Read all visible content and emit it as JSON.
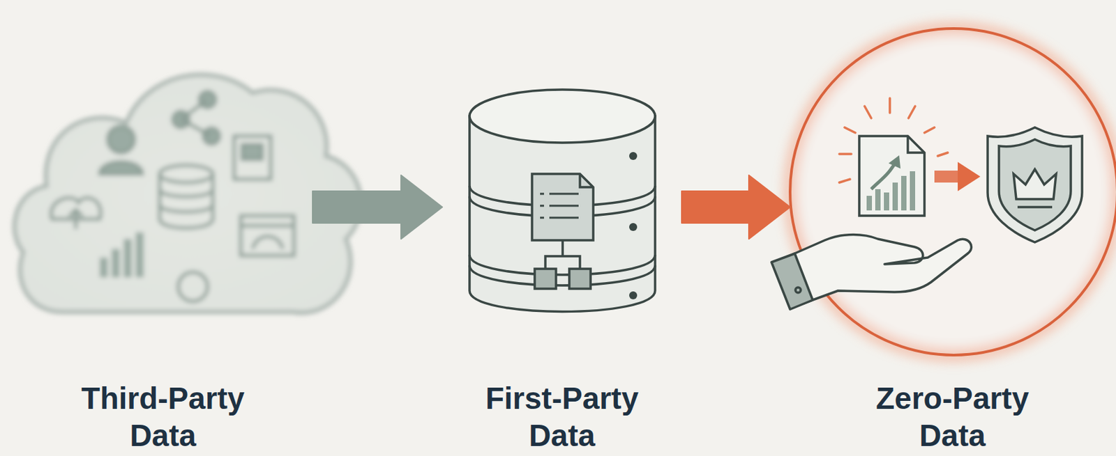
{
  "diagram": {
    "nodes": [
      {
        "text": [
          "Third-Party Data"
        ]
      },
      {
        "text": [
          "First-Party Data"
        ]
      },
      {
        "text": [
          "Zero-Party Data"
        ]
      }
    ],
    "edges": [
      {
        "from": 0,
        "to": 1,
        "arrow": "to"
      },
      {
        "from": 1,
        "to": 2,
        "arrow": "to"
      }
    ]
  }
}
